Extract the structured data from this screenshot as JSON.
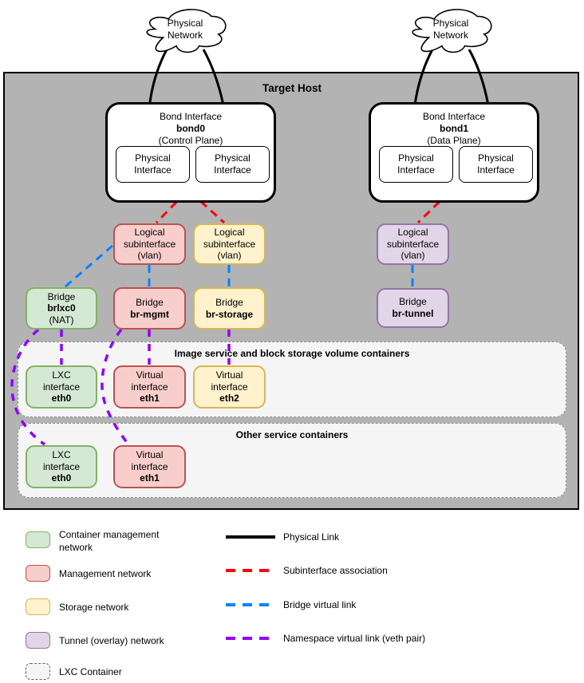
{
  "diagram": {
    "host": {
      "title": "Target Host"
    },
    "cloud_left": {
      "label": "Physical\nNetwork"
    },
    "cloud_right": {
      "label": "Physical\nNetwork"
    },
    "bond0": {
      "type_label": "Bond Interface",
      "name": "bond0",
      "plane": "(Control Plane)",
      "iface1": "Physical\nInterface",
      "iface2": "Physical\nInterface"
    },
    "bond1": {
      "type_label": "Bond Interface",
      "name": "bond1",
      "plane": "(Data Plane)",
      "iface1": "Physical\nInterface",
      "iface2": "Physical\nInterface"
    },
    "sub_mgmt": {
      "label": "Logical\nsubinterface\n(vlan)"
    },
    "sub_storage": {
      "label": "Logical\nsubinterface\n(vlan)"
    },
    "sub_tunnel": {
      "label": "Logical\nsubinterface\n(vlan)"
    },
    "bridge_lxc": {
      "type_label": "Bridge",
      "name": "brlxc0",
      "suffix": "(NAT)"
    },
    "bridge_mgmt": {
      "type_label": "Bridge",
      "name": "br-mgmt"
    },
    "bridge_storage": {
      "type_label": "Bridge",
      "name": "br-storage"
    },
    "bridge_tunnel": {
      "type_label": "Bridge",
      "name": "br-tunnel"
    },
    "container1": {
      "title": "Image service and block storage volume containers",
      "eth0": {
        "type_label": "LXC\ninterface",
        "name": "eth0"
      },
      "eth1": {
        "type_label": "Virtual\ninterface",
        "name": "eth1"
      },
      "eth2": {
        "type_label": "Virtual\ninterface",
        "name": "eth2"
      }
    },
    "container2": {
      "title": "Other service containers",
      "eth0": {
        "type_label": "LXC\ninterface",
        "name": "eth0"
      },
      "eth1": {
        "type_label": "Virtual\ninterface",
        "name": "eth1"
      }
    }
  },
  "legend": {
    "swatches": [
      {
        "label": "Container management\nnetwork",
        "fill": "#d5e8d4",
        "stroke": "#82b366"
      },
      {
        "label": "Management network",
        "fill": "#f8cecc",
        "stroke": "#b85450"
      },
      {
        "label": "Storage network",
        "fill": "#fff2cc",
        "stroke": "#d6b656"
      },
      {
        "label": "Tunnel (overlay) network",
        "fill": "#e1d5e7",
        "stroke": "#9673a6"
      },
      {
        "label": "LXC Container",
        "fill": "#f5f5f5",
        "stroke": "#666666",
        "dashed": true
      }
    ],
    "links": [
      {
        "label": "Physical Link",
        "color": "#000000",
        "style": "solid"
      },
      {
        "label": "Subinterface association",
        "color": "#ff0000",
        "style": "dashed"
      },
      {
        "label": "Bridge virtual link",
        "color": "#0084ff",
        "style": "dashed"
      },
      {
        "label": "Namespace virtual link (veth pair)",
        "color": "#8f00ff",
        "style": "dashed"
      }
    ]
  }
}
